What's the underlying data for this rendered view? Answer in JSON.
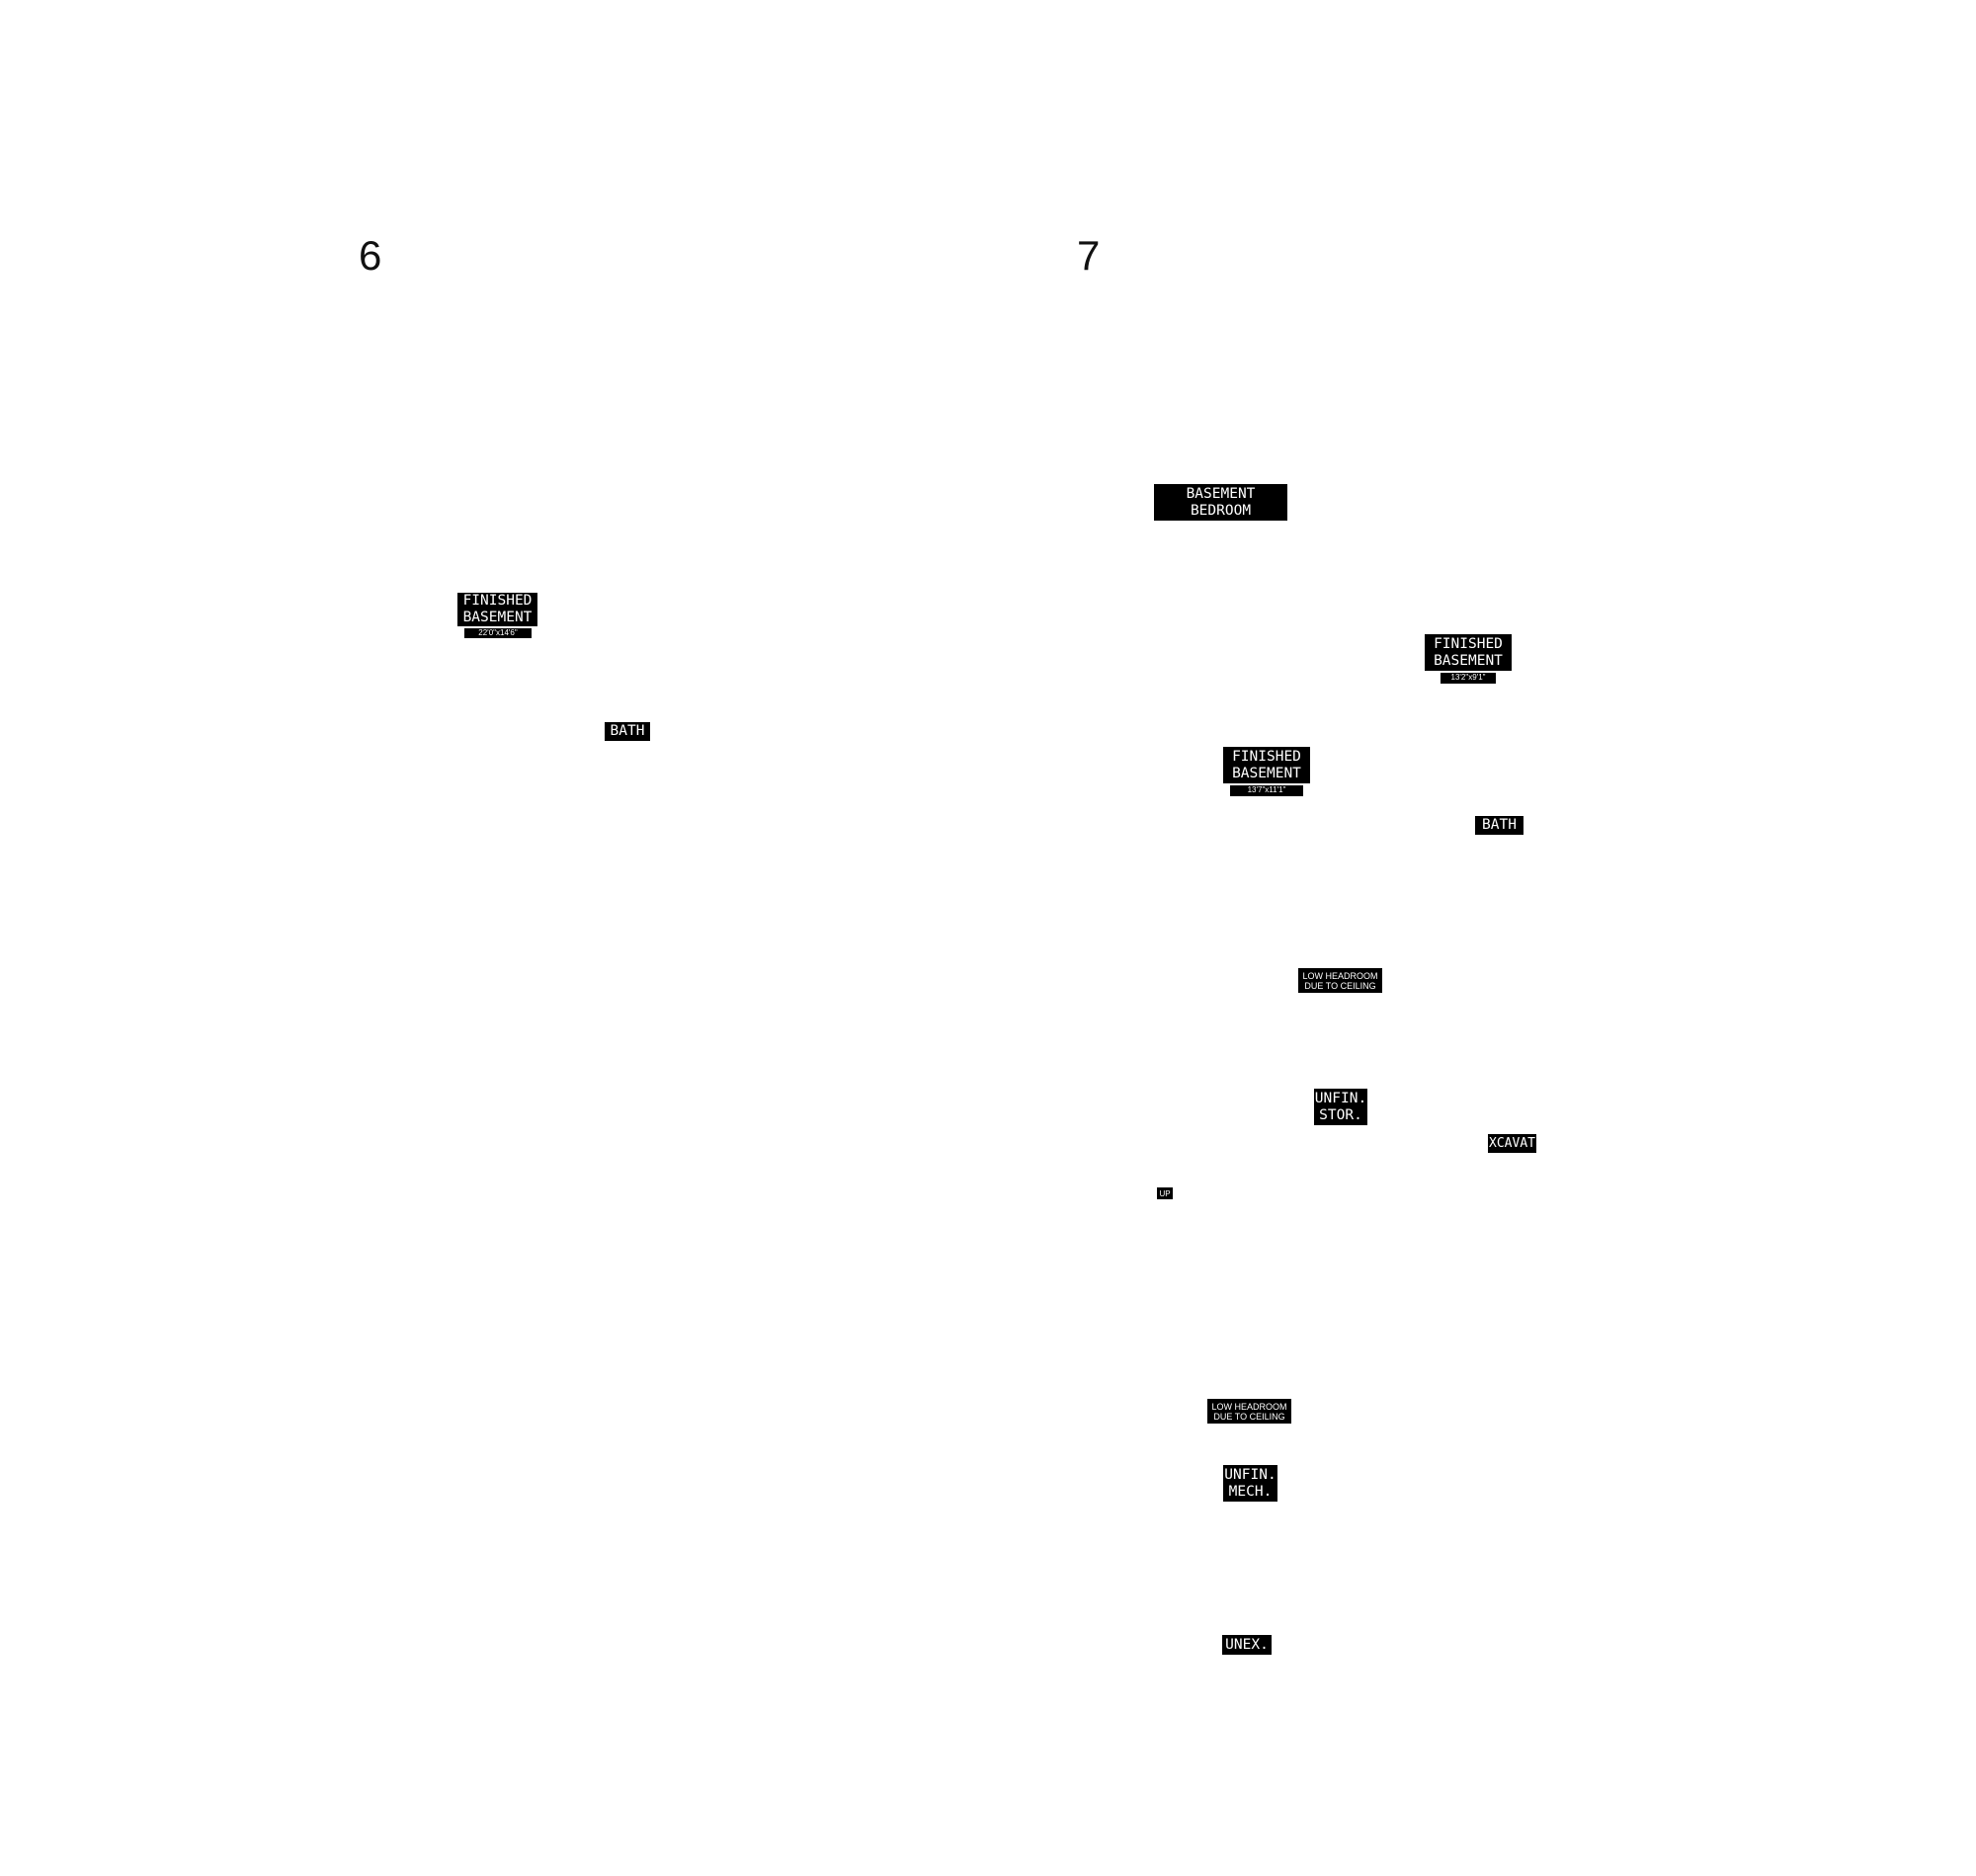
{
  "plans": [
    {
      "page_number": "6",
      "labels": {
        "finished_basement": {
          "lines": [
            "FINISHED",
            "BASEMENT"
          ],
          "dimensions": "22'0\"x14'6\""
        },
        "bath": {
          "text": "BATH"
        }
      }
    },
    {
      "page_number": "7",
      "labels": {
        "basement_bedroom": {
          "lines": [
            "BASEMENT",
            "BEDROOM"
          ]
        },
        "finished_basement_right": {
          "lines": [
            "FINISHED",
            "BASEMENT"
          ],
          "dimensions": "13'2\"x9'1\""
        },
        "finished_basement_center": {
          "lines": [
            "FINISHED",
            "BASEMENT"
          ],
          "dimensions": "13'7\"x11'1\""
        },
        "bath": {
          "text": "BATH"
        },
        "low_headroom_upper": {
          "lines": [
            "LOW HEADROOM",
            "DUE TO CEILING"
          ]
        },
        "unfin_stor": {
          "lines": [
            "UNFIN.",
            "STOR."
          ]
        },
        "excavation": {
          "text": "XCAVAT"
        },
        "up": {
          "text": "UP"
        },
        "low_headroom_lower": {
          "lines": [
            "LOW HEADROOM",
            "DUE TO CEILING"
          ]
        },
        "unfin_mech": {
          "lines": [
            "UNFIN.",
            "MECH."
          ]
        },
        "unex": {
          "text": "UNEX."
        }
      }
    }
  ]
}
